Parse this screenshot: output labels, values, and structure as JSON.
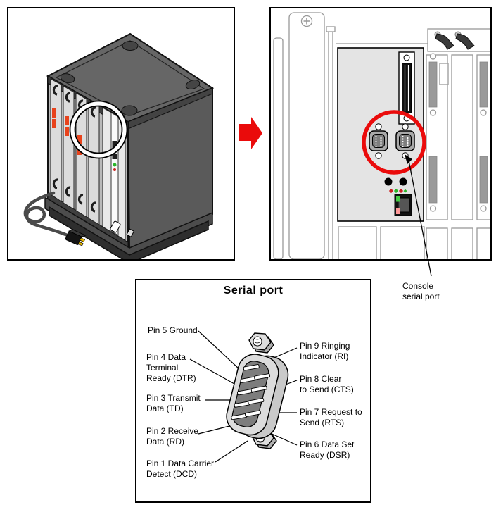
{
  "rear_panel": {
    "console_label": "Console\nserial port"
  },
  "serial_diagram": {
    "title": "Serial port",
    "left_pins": [
      "Pin 5 Ground",
      "Pin 4 Data\nTerminal\nReady (DTR)",
      "Pin 3 Transmit\nData (TD)",
      "Pin 2 Receive\nData (RD)",
      "Pin 1 Data Carrier\nDetect (DCD)"
    ],
    "right_pins": [
      "Pin 9 Ringing\nIndicator (RI)",
      "Pin 8 Clear\nto Send (CTS)",
      "Pin 7 Request to\nSend (RTS)",
      "Pin 6 Data Set\nReady (DSR)"
    ]
  },
  "colors": {
    "accent_red": "#ea0b0b",
    "panel_fill": "#e4e4e4",
    "orange_label": "#e8431c",
    "led_green": "#2ab52a",
    "led_red": "#cc2222",
    "eth_green": "#44cc44",
    "eth_pink": "#ff9999",
    "prong_yellow": "#e6b800"
  }
}
